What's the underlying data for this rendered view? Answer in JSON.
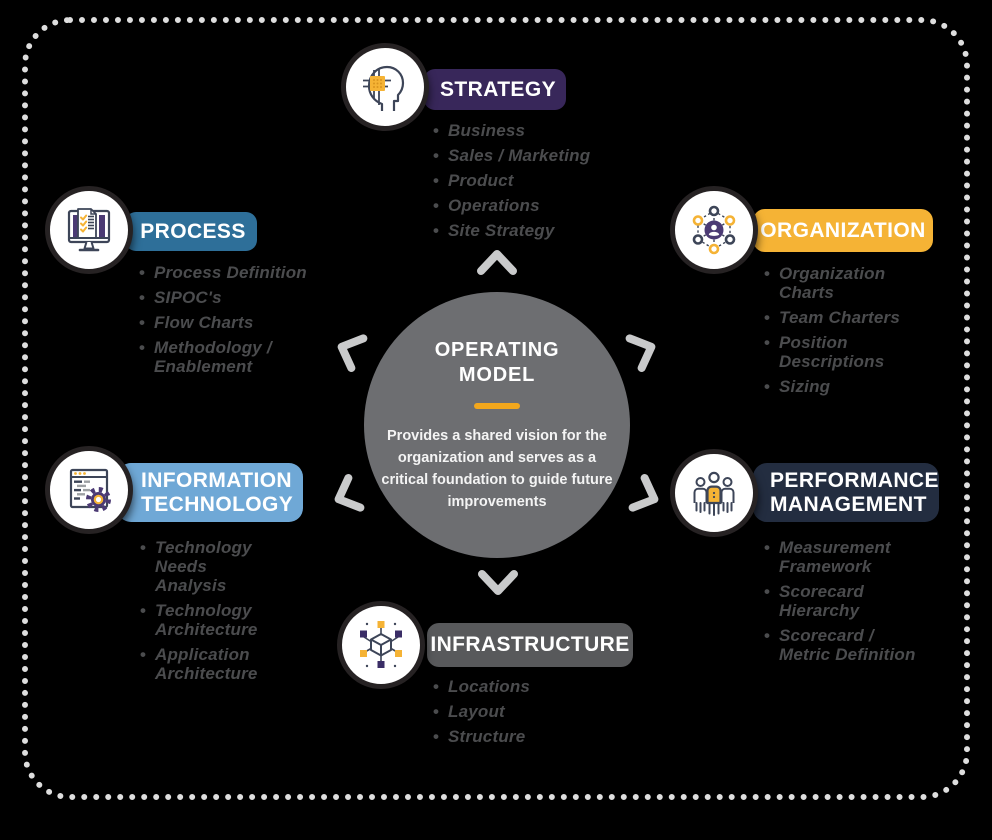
{
  "colors": {
    "background": "#000000",
    "strategy_banner": "#38275a",
    "process_banner": "#2e6f99",
    "organization_banner": "#f5b335",
    "information_technology_banner": "#6fa8d6",
    "performance_management_banner": "#232d40",
    "infrastructure_banner": "#58595b",
    "center_circle": "#6d6e71",
    "accent_bar": "#f2a71d",
    "chevron": "#c9cacb",
    "bullet_text": "#4b4c4e",
    "border_dots": "#dedede",
    "icon_navy": "#3d4558",
    "icon_purple": "#4b3a74",
    "icon_yellow": "#f5b335"
  },
  "center": {
    "title": "OPERATING MODEL",
    "description": "Provides a shared vision for the organization and serves as a critical foundation to guide future improvements"
  },
  "sections": {
    "strategy": {
      "label": "STRATEGY",
      "icon": "ai-head-chip-icon",
      "items": [
        "Business",
        "Sales / Marketing",
        "Product",
        "Operations",
        "Site Strategy"
      ]
    },
    "process": {
      "label": "PROCESS",
      "icon": "monitor-checklist-icon",
      "items": [
        "Process Definition",
        "SIPOC's",
        "Flow Charts",
        "Methodology / Enablement"
      ]
    },
    "organization": {
      "label": "ORGANIZATION",
      "icon": "person-network-icon",
      "items": [
        "Organization Charts",
        "Team Charters",
        "Position Descriptions",
        "Sizing"
      ]
    },
    "information_technology": {
      "label": "INFORMATION TECHNOLOGY",
      "icon": "code-window-gear-icon",
      "items": [
        "Technology Needs Analysis",
        "Technology Architecture",
        "Application Architecture"
      ]
    },
    "performance_management": {
      "label": "PERFORMANCE MANAGEMENT",
      "icon": "team-people-icon",
      "items": [
        "Measurement Framework",
        "Scorecard Hierarchy",
        "Scorecard / Metric Definition"
      ]
    },
    "infrastructure": {
      "label": "INFRASTRUCTURE",
      "icon": "cube-network-icon",
      "items": [
        "Locations",
        "Layout",
        "Structure"
      ]
    }
  }
}
